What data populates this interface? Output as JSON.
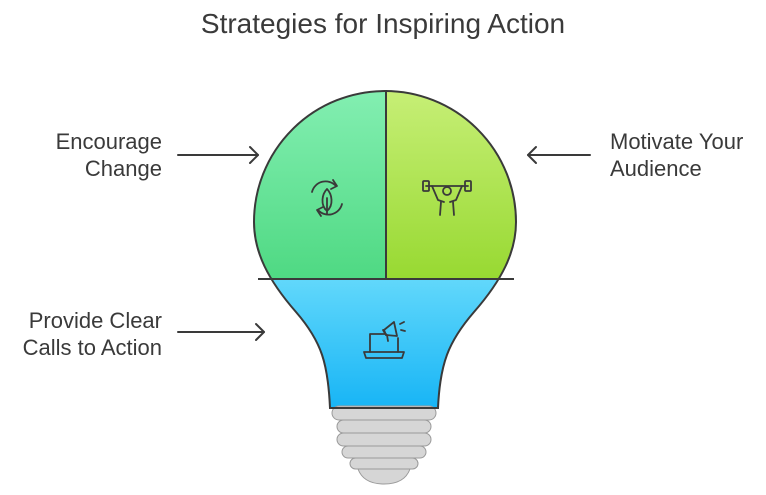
{
  "title": "Strategies for Inspiring Action",
  "sections": [
    {
      "line1": "Encourage",
      "line2": "Change",
      "icon": "recycle-leaf-icon",
      "color": "#5ede90"
    },
    {
      "line1": "Motivate Your",
      "line2": "Audience",
      "icon": "weightlifter-icon",
      "color": "#a9e24a"
    },
    {
      "line1": "Provide Clear",
      "line2": "Calls to Action",
      "icon": "laptop-megaphone-icon",
      "color": "#29c3f7"
    }
  ],
  "colors": {
    "base": "#d6d6d6",
    "outline": "#3a3a3a"
  }
}
